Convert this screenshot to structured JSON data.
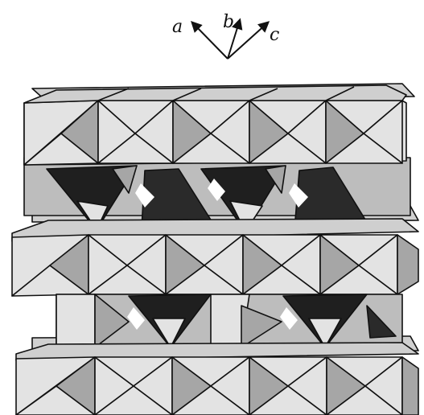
{
  "figure": {
    "axes": [
      {
        "label": "a"
      },
      {
        "label": "b"
      },
      {
        "label": "c"
      }
    ],
    "colors": {
      "light_face": "#e3e3e3",
      "mid_face": "#a6a6a6",
      "dark_face": "#1f1f1f",
      "outline": "#111111",
      "background": "#ffffff"
    }
  }
}
